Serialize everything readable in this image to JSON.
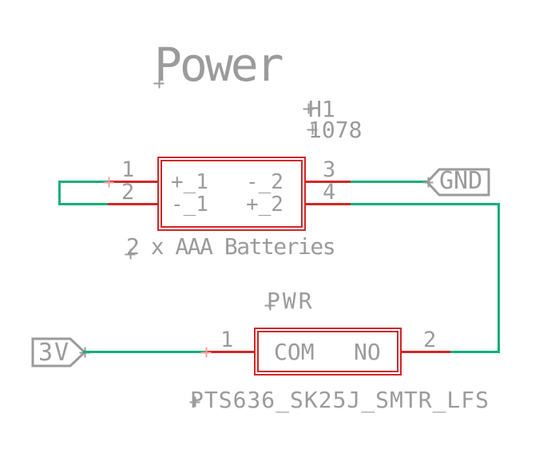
{
  "colors": {
    "symbol_red": "#d02727",
    "wire_green": "#12b077",
    "text_gray": "#9b9b9b",
    "pin_marker_pink": "#f0a0a0"
  },
  "title": "Power",
  "battery": {
    "designator": "H1",
    "value": "1078",
    "caption": "2 x AAA Batteries",
    "pin_numbers": {
      "p1": "1",
      "p2": "2",
      "p3": "3",
      "p4": "4"
    },
    "pin_labels": {
      "plus1": "+_1",
      "minus2": "-_2",
      "minus1": "-_1",
      "plus2": "+_2"
    }
  },
  "power_switch": {
    "designator": "PWR",
    "value": "PTS636_SK25J_SMTR_LFS",
    "pin_numbers": {
      "p1": "1",
      "p2": "2"
    },
    "pin_labels": {
      "com": "COM",
      "no": "NO"
    }
  },
  "net_flags": {
    "gnd": "GND",
    "supply_3v": "3V"
  }
}
